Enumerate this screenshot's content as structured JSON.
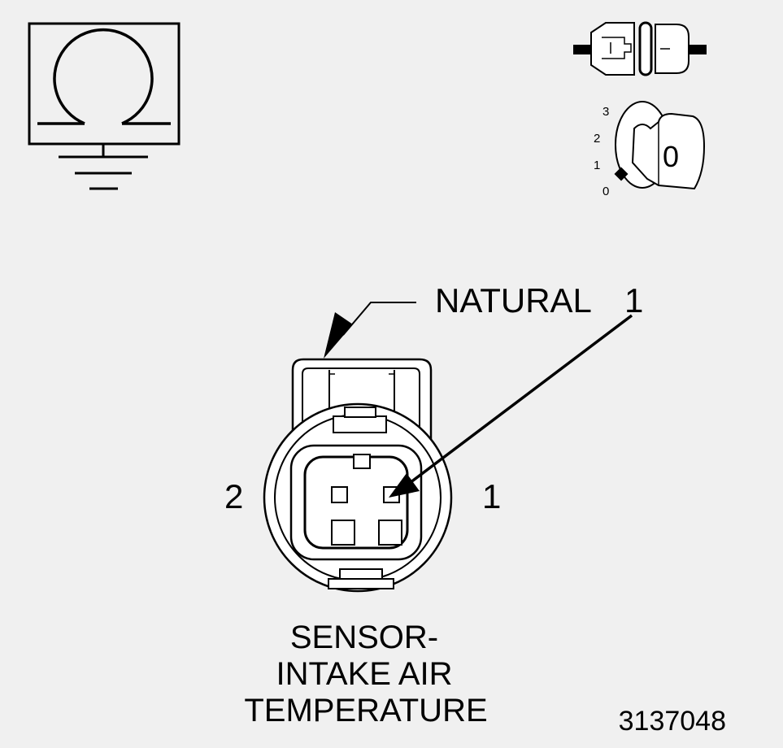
{
  "connector": {
    "color_label": "NATURAL",
    "callout_pin": "1",
    "pin_left": "2",
    "pin_right": "1"
  },
  "title": {
    "line1": "SENSOR-",
    "line2": "INTAKE AIR",
    "line3": "TEMPERATURE"
  },
  "figure_number": "3137048",
  "ignition": {
    "positions": [
      "3",
      "2",
      "1",
      "0"
    ],
    "key_position": "0"
  },
  "icons": {
    "resistance": "ohm-symbol-icon",
    "connector": "disconnected-connector-icon",
    "ignition": "ignition-key-icon"
  },
  "colors": {
    "background": "#f0f0f0",
    "line": "#000000",
    "fill": "#ffffff"
  }
}
